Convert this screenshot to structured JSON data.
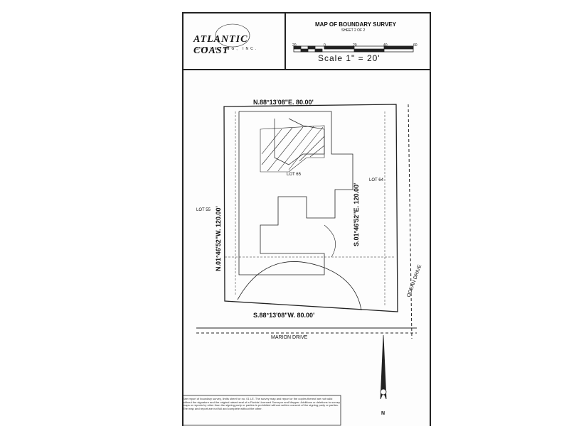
{
  "title_block": {
    "company": "ATLANTIC COAST",
    "company_sub": "SURVEYING, INC.",
    "survey_title": "MAP OF BOUNDARY SURVEY",
    "sheet_label": "SHEET 2 OF 2",
    "scale_ticks": [
      "20",
      "0",
      "20",
      "40",
      "60"
    ],
    "scale_text": "Scale 1\" = 20'"
  },
  "plan": {
    "north_bearing": "N.88°13'08\"E. 80.00'",
    "south_bearing": "S.88°13'08\"W. 80.00'",
    "west_bearing": "N.01°46'52\"W. 120.00'",
    "east_bearing": "S.01°46'52\"E. 120.00'",
    "lot_center": "LOT 65",
    "lot_west": "LOT 55",
    "lot_east": "LOT 64",
    "street_south": "MARION DRIVE",
    "street_east": "OCEAN DRIVE",
    "north_label": "N"
  },
  "notes_text": "See report of boundary survey, limits sheet for no. 01 LE. The survey map and report or the copies thereof are not valid without the signature and the original raised seal of a Florida Licensed Surveyor and Mapper. Additions or deletions to survey maps or reports by other than the signing party or parties is prohibited without written consent of the signing party or parties. The map and report are not full and complete without the other."
}
